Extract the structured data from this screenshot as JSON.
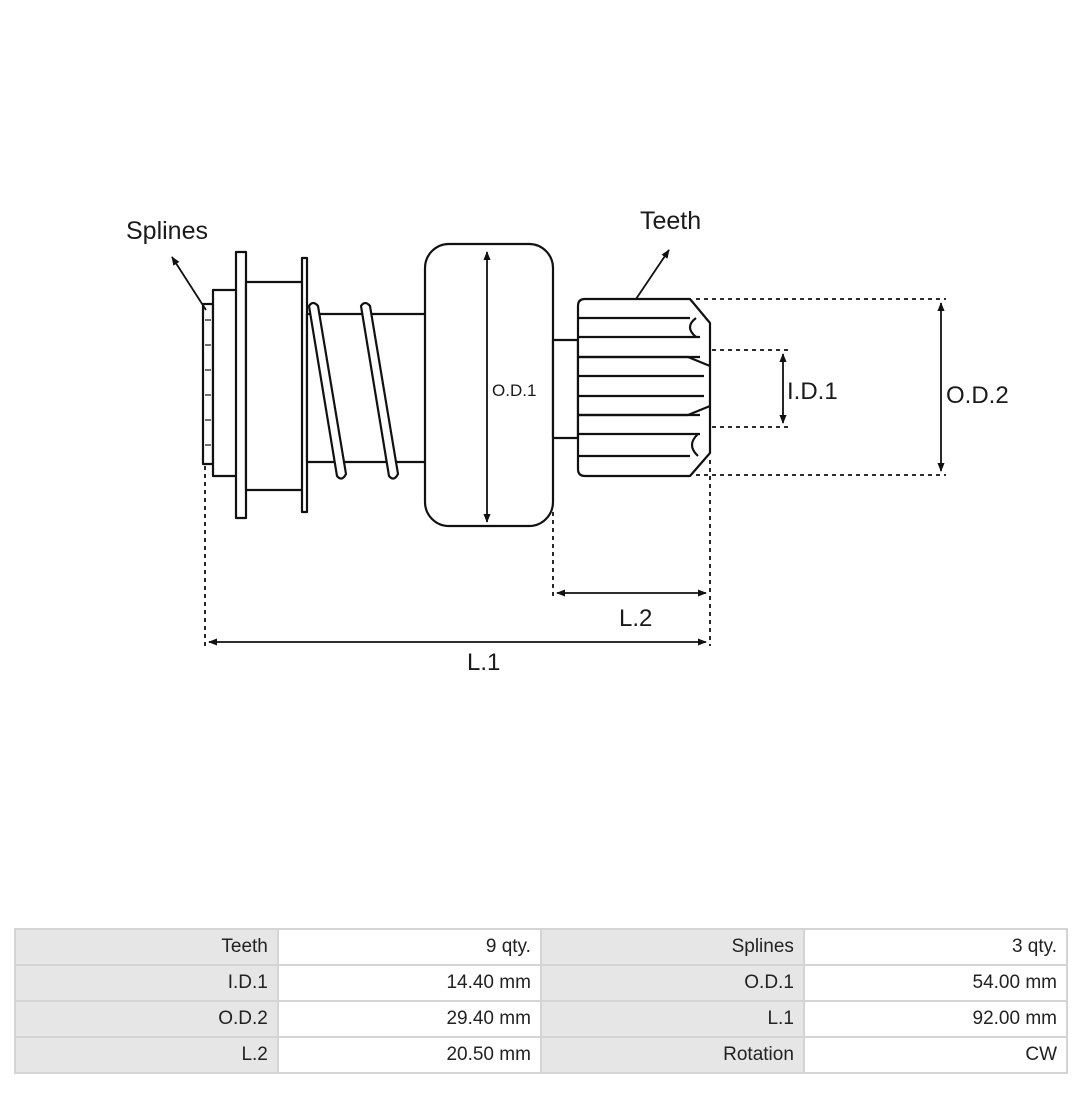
{
  "diagram": {
    "labels": {
      "splines": "Splines",
      "teeth": "Teeth",
      "od1": "O.D.1",
      "id1": "I.D.1",
      "od2": "O.D.2",
      "l2": "L.2",
      "l1": "L.1"
    }
  },
  "specs": {
    "rows": [
      {
        "label_a": "Teeth",
        "value_a": "9 qty.",
        "label_b": "Splines",
        "value_b": "3 qty."
      },
      {
        "label_a": "I.D.1",
        "value_a": "14.40 mm",
        "label_b": "O.D.1",
        "value_b": "54.00 mm"
      },
      {
        "label_a": "O.D.2",
        "value_a": "29.40 mm",
        "label_b": "L.1",
        "value_b": "92.00 mm"
      },
      {
        "label_a": "L.2",
        "value_a": "20.50 mm",
        "label_b": "Rotation",
        "value_b": "CW"
      }
    ]
  }
}
